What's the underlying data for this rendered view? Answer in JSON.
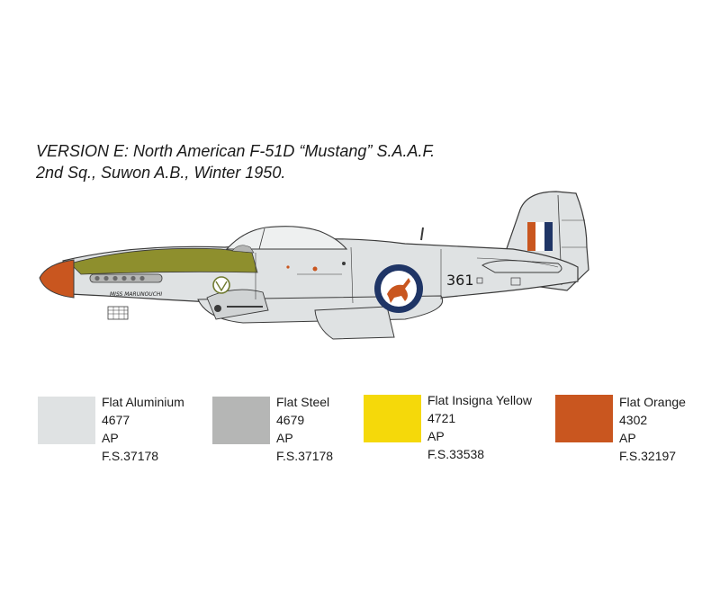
{
  "title": {
    "line1": "VERSION E: North American F-51D “Mustang” S.A.A.F.",
    "line2": "2nd Sq., Suwon A.B., Winter 1950."
  },
  "aircraft": {
    "serial": "361",
    "nose_art": "MISS MARUNOUCHI"
  },
  "colors": {
    "aluminium": "#dfe2e3",
    "steel": "#b5b6b5",
    "yellow": "#f5d90a",
    "orange": "#c9561f",
    "olive": "#8e8f2d",
    "roundel_blue": "#1f3566",
    "outline": "#3a3a3a"
  },
  "legend": [
    {
      "name": "Flat Aluminium",
      "code": "4677",
      "suffix": "AP",
      "fs": "F.S.37178",
      "color": "#dfe2e3"
    },
    {
      "name": "Flat Steel",
      "code": "4679",
      "suffix": "AP",
      "fs": "F.S.37178",
      "color": "#b5b6b5"
    },
    {
      "name": "Flat Insigna Yellow",
      "code": "4721",
      "suffix": "AP",
      "fs": "F.S.33538",
      "color": "#f5d90a"
    },
    {
      "name": "Flat Orange",
      "code": "4302",
      "suffix": "AP",
      "fs": "F.S.32197",
      "color": "#c9561f"
    }
  ]
}
